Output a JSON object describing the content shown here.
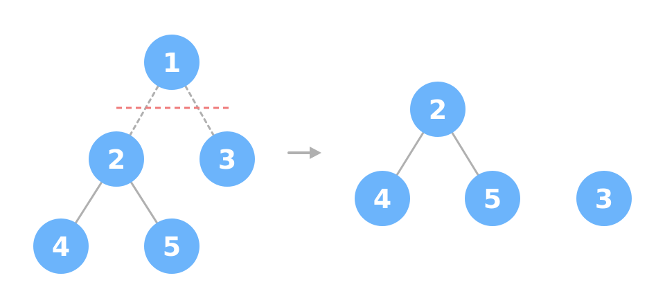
{
  "colors": {
    "node_fill": "#6cb4fb",
    "node_text": "#ffffff",
    "edge": "#b0b0b0",
    "cut_line": "#ef7b7b",
    "arrow": "#b0b0b0"
  },
  "before_tree": {
    "nodes": [
      {
        "id": "b1",
        "label": "1"
      },
      {
        "id": "b2",
        "label": "2"
      },
      {
        "id": "b3",
        "label": "3"
      },
      {
        "id": "b4",
        "label": "4"
      },
      {
        "id": "b5",
        "label": "5"
      }
    ],
    "edges": [
      {
        "from": "b1",
        "to": "b2",
        "style": "dashed"
      },
      {
        "from": "b1",
        "to": "b3",
        "style": "dashed"
      },
      {
        "from": "b2",
        "to": "b4",
        "style": "solid"
      },
      {
        "from": "b2",
        "to": "b5",
        "style": "solid"
      }
    ]
  },
  "after_forest": {
    "nodes": [
      {
        "id": "a2",
        "label": "2"
      },
      {
        "id": "a4",
        "label": "4"
      },
      {
        "id": "a5",
        "label": "5"
      },
      {
        "id": "a3",
        "label": "3"
      }
    ],
    "edges": [
      {
        "from": "a2",
        "to": "a4",
        "style": "solid"
      },
      {
        "from": "a2",
        "to": "a5",
        "style": "solid"
      }
    ]
  }
}
